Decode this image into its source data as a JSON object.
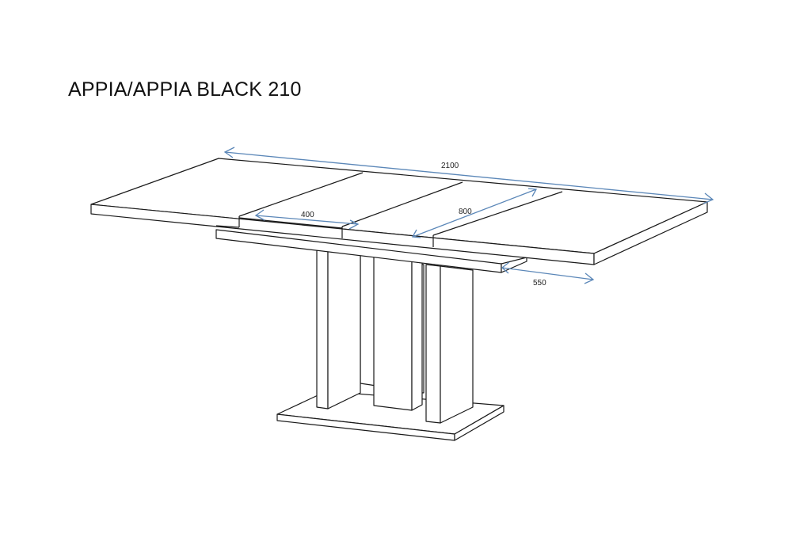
{
  "title": "APPIA/APPIA BLACK 210",
  "colors": {
    "outline": "#1a1a1a",
    "dimension": "#5b87b8",
    "background": "#ffffff"
  },
  "dimensions": {
    "total_length": "2100",
    "extension_leaf": "400",
    "width": "800",
    "pedestal_offset": "550"
  }
}
